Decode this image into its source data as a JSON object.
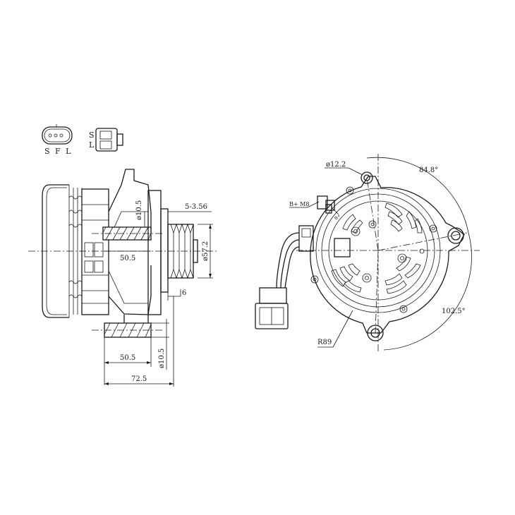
{
  "connectors": {
    "round_pins": "S F L",
    "square_pins_top": "S",
    "square_pins_bottom": "L"
  },
  "side_view": {
    "dim_bore_upper": "ø10.5",
    "dim_mount_upper": "50.5",
    "dim_pulley_grooves": "5-3.56",
    "dim_pulley_dia": "ø57.2",
    "dim_pulley_offset": "6",
    "dim_mount_lower": "50.5",
    "dim_bore_lower": "ø10.5",
    "dim_overall": "72.5"
  },
  "rear_view": {
    "dim_hole": "ø12.2",
    "dim_angle_upper": "84.8°",
    "dim_terminal": "B+ M8",
    "dim_angle_lower": "102.5°",
    "dim_radius": "R89"
  }
}
